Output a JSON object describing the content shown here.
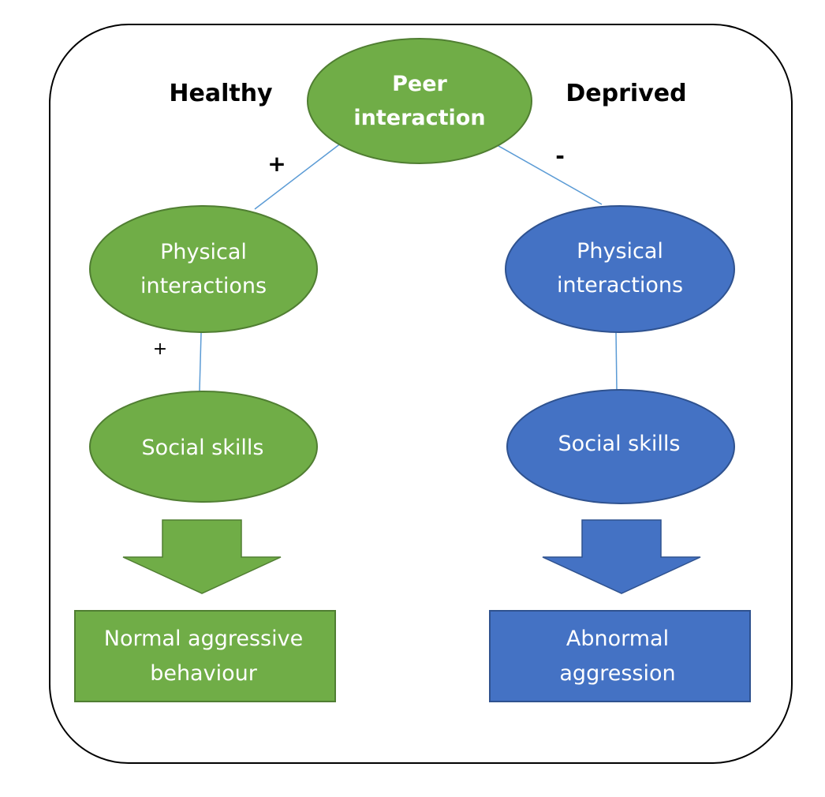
{
  "headers": {
    "left": "Healthy",
    "right": "Deprived"
  },
  "nodes": {
    "peer_interaction": {
      "lines": [
        "Peer",
        "interaction"
      ]
    },
    "healthy_physical": {
      "lines": [
        "Physical",
        "interactions"
      ]
    },
    "healthy_social": {
      "lines": [
        "Social skills"
      ]
    },
    "healthy_outcome": {
      "lines": [
        "Normal aggressive",
        "behaviour"
      ]
    },
    "deprived_physical": {
      "lines": [
        "Physical",
        "interactions"
      ]
    },
    "deprived_social": {
      "lines": [
        "Social skills"
      ]
    },
    "deprived_outcome": {
      "lines": [
        "Abnormal",
        "aggression"
      ]
    }
  },
  "signs": {
    "peer_to_healthy": "+",
    "peer_to_deprived": "-",
    "healthy_physical_to_social": "+"
  },
  "colors": {
    "healthy_fill": "#70AD47",
    "healthy_stroke": "#507E32",
    "deprived_fill": "#4472C4",
    "deprived_stroke": "#2F528F",
    "connector": "#5B9BD5",
    "frame": "#000000"
  }
}
